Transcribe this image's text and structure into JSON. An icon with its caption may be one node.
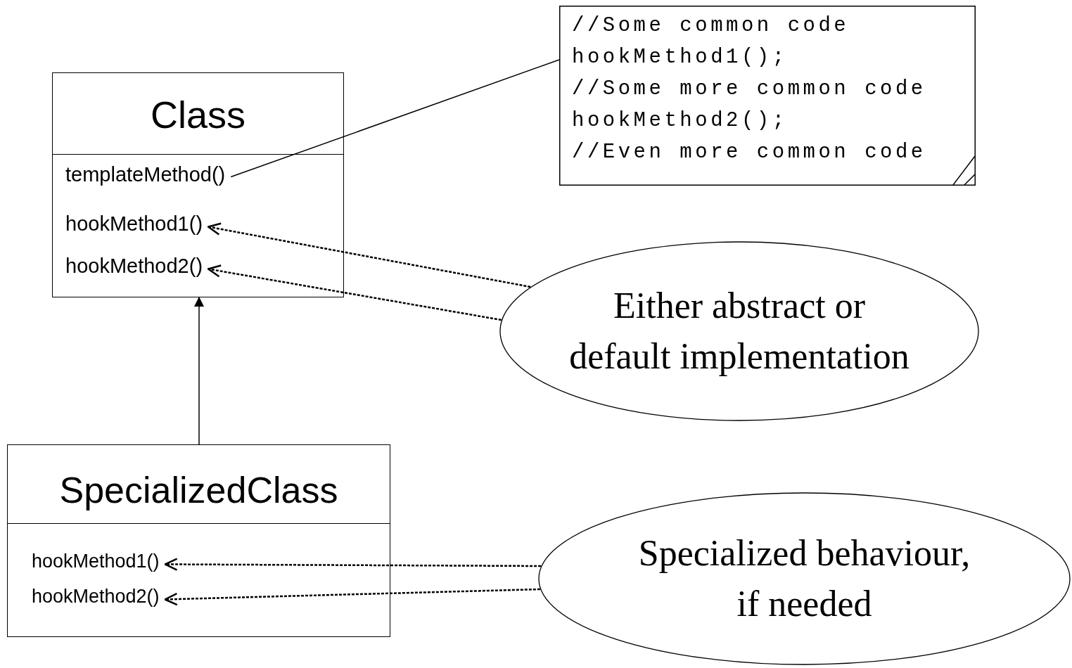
{
  "diagram": {
    "nodes": [
      {
        "text": [
          "Class"
        ]
      },
      {
        "text": [
          "templateMethod()"
        ],
        "in": 0
      },
      {
        "text": [
          "hookMethod1()"
        ],
        "in": 0
      },
      {
        "text": [
          "hookMethod2()"
        ],
        "in": 0
      },
      {
        "text": [
          "//Some common code",
          "hookMethod1();",
          "//Some more common code",
          "hookMethod2();",
          "//Even more common code"
        ]
      },
      {
        "text": [
          "Either abstract or default implementation"
        ]
      },
      {
        "text": [
          "SpecializedClass"
        ]
      },
      {
        "text": [
          "hookMethod1()"
        ],
        "in": 6
      },
      {
        "text": [
          "hookMethod2()"
        ],
        "in": 6
      },
      {
        "text": [
          "Specialized behaviour, if needed"
        ]
      }
    ],
    "edges": [
      {
        "from": 1,
        "to": 4,
        "arrow": "none"
      },
      {
        "from": 5,
        "to": 2,
        "arrow": "to",
        "style": "dashed"
      },
      {
        "from": 5,
        "to": 3,
        "arrow": "to",
        "style": "dashed"
      },
      {
        "from": 6,
        "to": 0,
        "arrow": "to"
      },
      {
        "from": 9,
        "to": 7,
        "arrow": "to",
        "style": "dashed"
      },
      {
        "from": 9,
        "to": 8,
        "arrow": "to",
        "style": "dashed"
      }
    ]
  }
}
